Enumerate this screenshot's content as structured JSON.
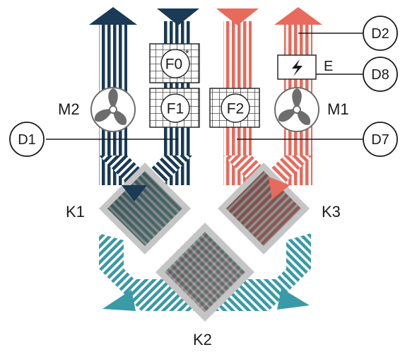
{
  "colors": {
    "dark_navy": "#1a3a55",
    "teal": "#3a9aa6",
    "salmon": "#e86a5c",
    "dark_gray": "#3a3a3a",
    "mid_gray": "#8a8a8a",
    "light_gray": "#bcbcbc",
    "fan_gray": "#6d6d6d"
  },
  "labels": {
    "fan_left": "M2",
    "fan_right": "M1",
    "filter_top": "F0",
    "filter_top_mark": "*",
    "filter_left": "F1",
    "filter_right": "F2",
    "heater": "E",
    "exchanger_left": "K1",
    "exchanger_right": "K3",
    "exchanger_bottom": "K2"
  },
  "callouts": {
    "d1": "D1",
    "d2": "D2",
    "d7": "D7",
    "d8": "D8"
  },
  "icons": {
    "fan": "fan-icon",
    "heater": "lightning-icon",
    "flow_arrow": "arrow-up-icon"
  }
}
